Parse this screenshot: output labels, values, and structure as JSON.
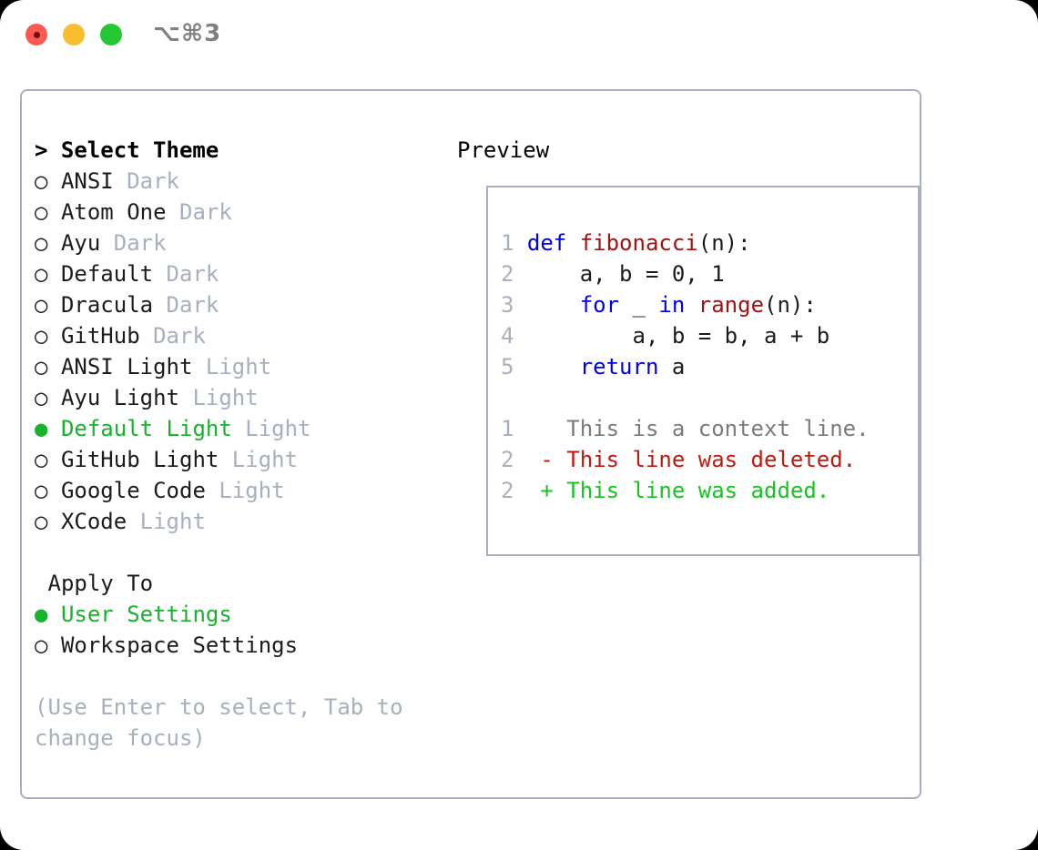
{
  "titlebar": {
    "shortcut": "⌥⌘3",
    "buttons": [
      {
        "name": "close",
        "color": "#fb5a52"
      },
      {
        "name": "minimize",
        "color": "#f9bd2e"
      },
      {
        "name": "maximize",
        "color": "#23c833"
      }
    ]
  },
  "left_pane": {
    "header": "> Select Theme",
    "themes": [
      {
        "marker": "○",
        "name": "ANSI",
        "tag": "Dark",
        "selected": false
      },
      {
        "marker": "○",
        "name": "Atom One",
        "tag": "Dark",
        "selected": false
      },
      {
        "marker": "○",
        "name": "Ayu",
        "tag": "Dark",
        "selected": false
      },
      {
        "marker": "○",
        "name": "Default",
        "tag": "Dark",
        "selected": false
      },
      {
        "marker": "○",
        "name": "Dracula",
        "tag": "Dark",
        "selected": false
      },
      {
        "marker": "○",
        "name": "GitHub",
        "tag": "Dark",
        "selected": false
      },
      {
        "marker": "○",
        "name": "ANSI Light",
        "tag": "Light",
        "selected": false
      },
      {
        "marker": "○",
        "name": "Ayu Light",
        "tag": "Light",
        "selected": false
      },
      {
        "marker": "●",
        "name": "Default Light",
        "tag": "Light",
        "selected": true
      },
      {
        "marker": "○",
        "name": "GitHub Light",
        "tag": "Light",
        "selected": false
      },
      {
        "marker": "○",
        "name": "Google Code",
        "tag": "Light",
        "selected": false
      },
      {
        "marker": "○",
        "name": "XCode",
        "tag": "Light",
        "selected": false
      }
    ],
    "apply_to": {
      "label": "Apply To",
      "options": [
        {
          "marker": "●",
          "name": "User Settings",
          "selected": true
        },
        {
          "marker": "○",
          "name": "Workspace Settings",
          "selected": false
        }
      ]
    },
    "hint": [
      "(Use Enter to select, Tab to",
      "change focus)"
    ]
  },
  "right_pane": {
    "title": "Preview",
    "code": [
      {
        "num": "1",
        "tokens": [
          {
            "t": "def ",
            "c": "kw"
          },
          {
            "t": "fibonacci",
            "c": "fn"
          },
          {
            "t": "(n):",
            "c": "plain"
          }
        ]
      },
      {
        "num": "2",
        "tokens": [
          {
            "t": "    a, b = 0, 1",
            "c": "plain"
          }
        ]
      },
      {
        "num": "3",
        "tokens": [
          {
            "t": "    ",
            "c": "plain"
          },
          {
            "t": "for",
            "c": "kw"
          },
          {
            "t": " _ ",
            "c": "plain"
          },
          {
            "t": "in",
            "c": "kw"
          },
          {
            "t": " ",
            "c": "plain"
          },
          {
            "t": "range",
            "c": "fn"
          },
          {
            "t": "(n):",
            "c": "plain"
          }
        ]
      },
      {
        "num": "4",
        "tokens": [
          {
            "t": "        a, b = b, a + b",
            "c": "plain"
          }
        ]
      },
      {
        "num": "5",
        "tokens": [
          {
            "t": "    ",
            "c": "plain"
          },
          {
            "t": "return",
            "c": "kw"
          },
          {
            "t": " a",
            "c": "plain"
          }
        ]
      }
    ],
    "diff": [
      {
        "num": "1",
        "sign": "  ",
        "text": "This is a context line.",
        "kind": "ctx"
      },
      {
        "num": "2",
        "sign": "- ",
        "text": "This line was deleted.",
        "kind": "del"
      },
      {
        "num": "2",
        "sign": "+ ",
        "text": "This line was added.",
        "kind": "add"
      }
    ]
  },
  "colors": {
    "accent_green": "#17b32c",
    "muted_gray": "#a8b0bd",
    "keyword_blue": "#0000e6",
    "function_red": "#a11212",
    "diff_delete": "#c01a10",
    "diff_add": "#17c423",
    "border": "#a8b0bd"
  }
}
